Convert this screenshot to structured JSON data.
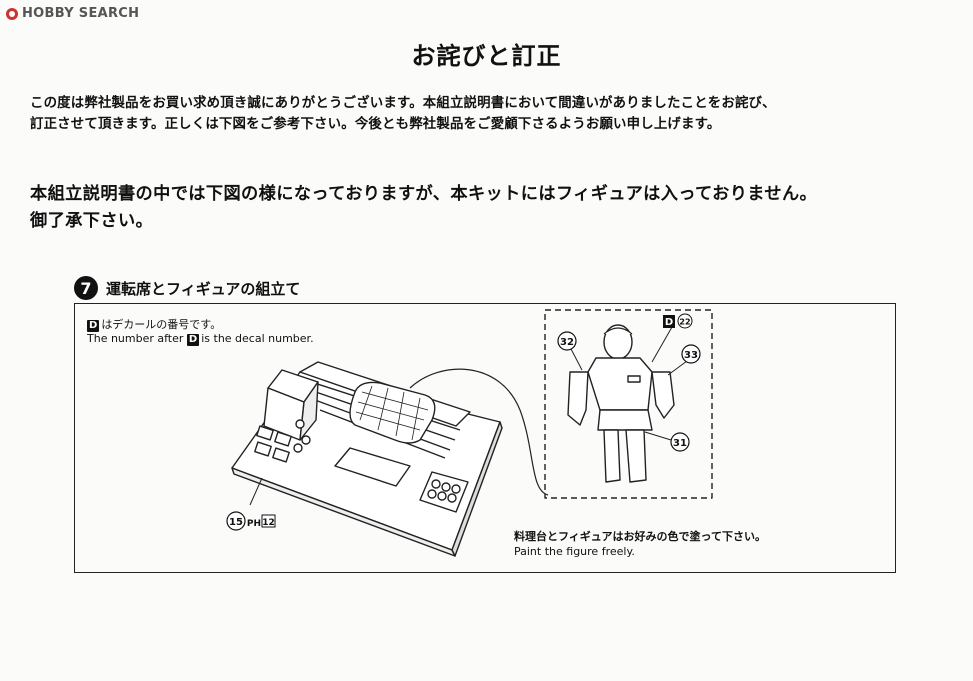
{
  "logo": {
    "text": "HOBBY SEARCH"
  },
  "title": "お詫びと訂正",
  "notice": {
    "line1": "この度は弊社製品をお買い求め頂き誠にありがとうございます。本組立説明書において間違いがありましたことをお詫び、",
    "line2": "訂正させて頂きます。正しくは下図をご参考下さい。今後とも弊社製品をご愛顧下さるようお願い申し上げます。"
  },
  "correction": {
    "line1": "本組立説明書の中では下図の様になっておりますが、本キットにはフィギュアは入っておりません。",
    "line2": "御了承下さい。"
  },
  "step": {
    "number": "7",
    "title": "運転席とフィギュアの組立て"
  },
  "decal_note": {
    "badge": "D",
    "jp": "はデカールの番号です。",
    "en_pre": "The number after",
    "en_post": "is the decal number."
  },
  "callouts": {
    "part15": "15",
    "ph": "PH",
    "ph_num": "12",
    "part32": "32",
    "part33": "33",
    "part31": "31",
    "decal_badge": "D",
    "decal22": "22"
  },
  "paint_note": {
    "jp": "料理台とフィギュアはお好みの色で塗って下さい。",
    "en": "Paint the figure freely."
  }
}
